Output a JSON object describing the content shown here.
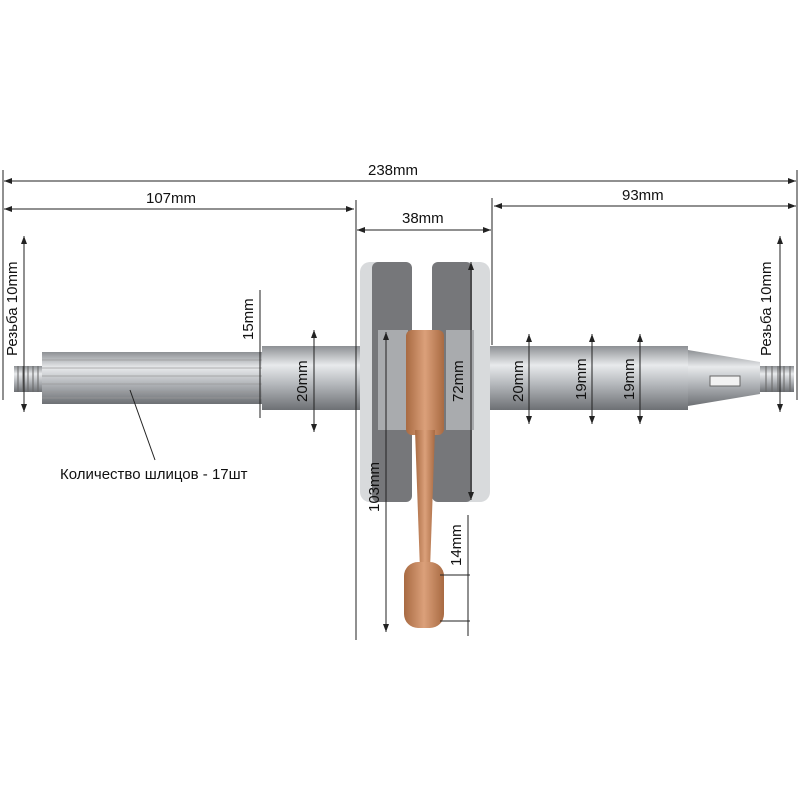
{
  "dimensions": {
    "overall_length": "238mm",
    "left_shaft_length": "107mm",
    "right_shaft_length": "93mm",
    "crank_width": "38mm",
    "left_thread": "Резьба 10mm",
    "right_thread": "Резьба 10mm",
    "left_spline_dia": "15mm",
    "left_bearing_dia": "20mm",
    "flywheel_dia": "72mm",
    "right_bearing_dia": "20mm",
    "right_step1_dia": "19mm",
    "right_step2_dia": "19mm",
    "rod_length": "103mm",
    "small_end_dia": "14mm"
  },
  "callout": "Количество шлицов - 17шт",
  "colors": {
    "steel": "#b9bcc0",
    "cast": "#77787a",
    "copper": "#c98a5e",
    "line": "#222222"
  }
}
